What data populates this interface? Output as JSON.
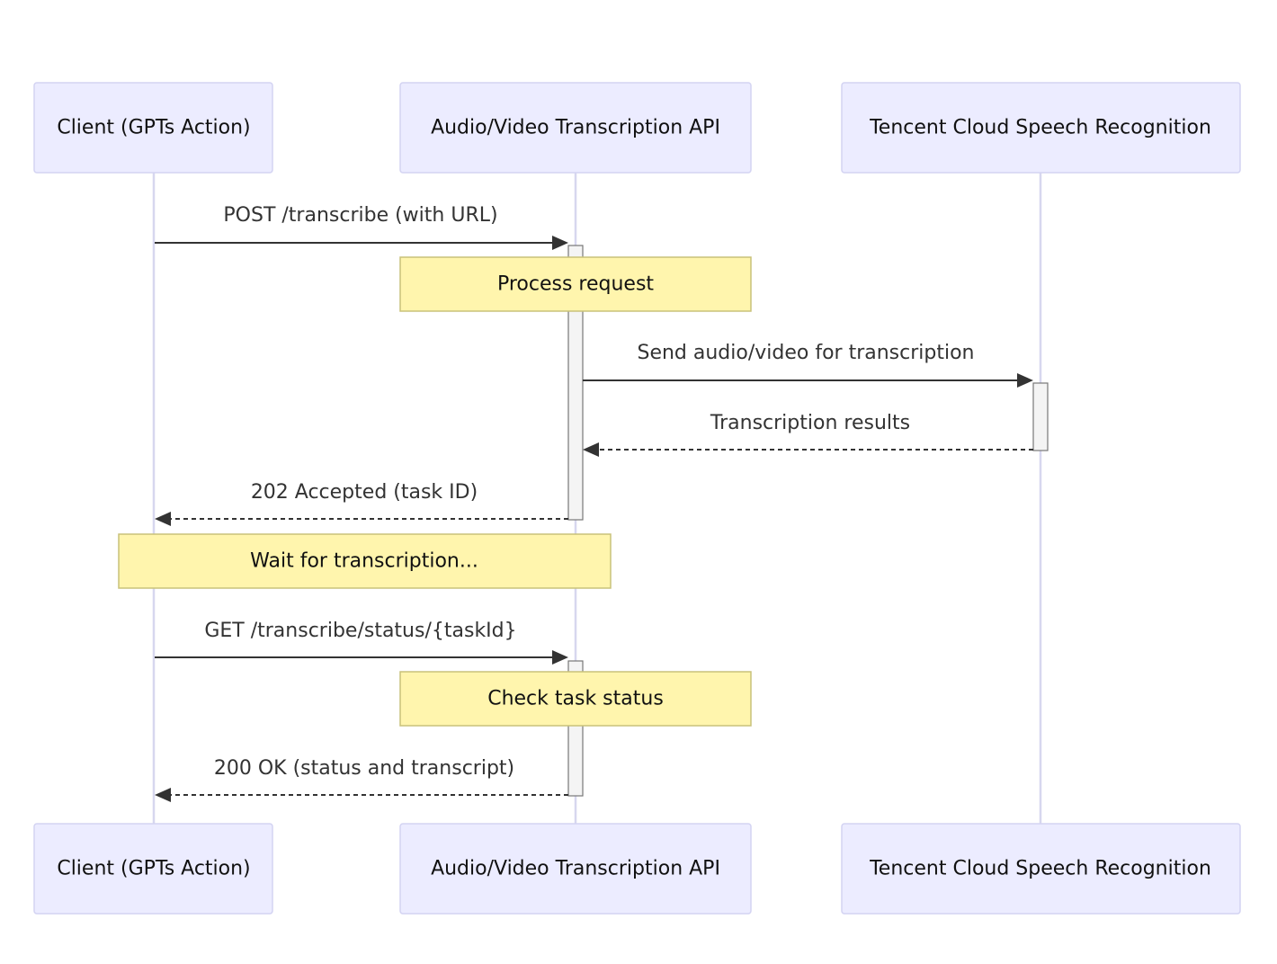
{
  "participants": [
    {
      "label": "Client (GPTs Action)"
    },
    {
      "label": "Audio/Video Transcription API"
    },
    {
      "label": "Tencent Cloud Speech Recognition"
    }
  ],
  "messages": [
    {
      "from": 0,
      "to": 1,
      "label": "POST /transcribe (with URL)",
      "style": "solid"
    },
    {
      "from": 1,
      "to": 2,
      "label": "Send audio/video for transcription",
      "style": "solid"
    },
    {
      "from": 2,
      "to": 1,
      "label": "Transcription results",
      "style": "dashed"
    },
    {
      "from": 1,
      "to": 0,
      "label": "202 Accepted (task ID)",
      "style": "dashed"
    },
    {
      "from": 0,
      "to": 1,
      "label": "GET /transcribe/status/{taskId}",
      "style": "solid"
    },
    {
      "from": 1,
      "to": 0,
      "label": "200 OK (status and transcript)",
      "style": "dashed"
    }
  ],
  "notes": [
    {
      "label": "Process request",
      "over": [
        1
      ]
    },
    {
      "label": "Wait for transcription...",
      "over": [
        0,
        1
      ]
    },
    {
      "label": "Check task status",
      "over": [
        1
      ]
    }
  ],
  "colors": {
    "actor_fill": "#ececff",
    "actor_border": "#d3d3f2",
    "note_fill": "#fff5ad",
    "note_border": "#c9c27a",
    "lifeline": "#d7d7ef",
    "message": "#333333"
  }
}
